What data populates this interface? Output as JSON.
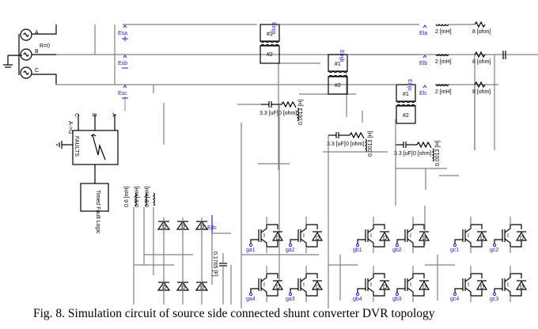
{
  "caption": "Fig. 8. Simulation circuit of source side connected shunt converter DVR topology",
  "source": {
    "phases": [
      "A",
      "B",
      "C"
    ],
    "resistance_label": "R=0"
  },
  "meters": {
    "source": [
      "Esa",
      "Esb",
      "Esc"
    ],
    "load": [
      "Ela",
      "Elb",
      "Elc"
    ],
    "injected": [
      "Einja",
      "Einjb",
      "Einjc"
    ],
    "dc": "Edc"
  },
  "transformer": {
    "winding1": "#1",
    "winding2": "#2"
  },
  "load": {
    "inductance": "2 [mH]",
    "resistance": "8 [ohm]"
  },
  "filter": {
    "capacitance": "3.3 [uF]",
    "resistance": "0 [ohm]",
    "inductance": "0.0013 [H]"
  },
  "fault": {
    "block_label": "FAULTS",
    "type_label": "A->G",
    "inputs": [
      "C",
      "B",
      "A"
    ],
    "logic_label": "Timed Fault Logic"
  },
  "rectifier": {
    "inductances": [
      "0.6 [mH]",
      "0.6 [mH]",
      "0.6 [mH]"
    ],
    "dc_capacitance": "0.1765 [F]",
    "diode_symbol": "D"
  },
  "inverter": {
    "switch_symbol": "I",
    "diode_symbol": "D",
    "gates_top": [
      "ga1",
      "ga2",
      "gb1",
      "gb2",
      "gc1",
      "gc2"
    ],
    "gates_bottom": [
      "ga4",
      "ga3",
      "gb4",
      "gb3",
      "gc4",
      "gc3"
    ]
  }
}
